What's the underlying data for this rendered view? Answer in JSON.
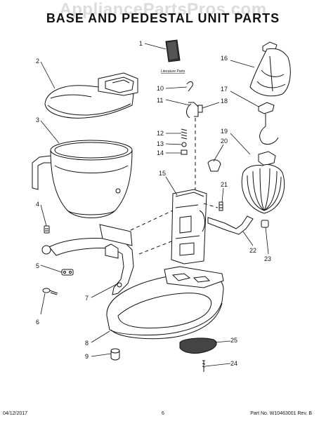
{
  "watermark": "AppliancePartsPros.com",
  "title": "BASE AND PEDESTAL UNIT PARTS",
  "literature_label": "Literature Parts",
  "callouts": [
    "1",
    "2",
    "3",
    "4",
    "5",
    "6",
    "7",
    "8",
    "9",
    "10",
    "11",
    "12",
    "13",
    "14",
    "15",
    "16",
    "17",
    "18",
    "19",
    "20",
    "21",
    "22",
    "23",
    "24",
    "25"
  ],
  "footer": {
    "date": "04/12/2017",
    "page": "6",
    "part_no": "Part No. W10463001  Rev. B"
  }
}
